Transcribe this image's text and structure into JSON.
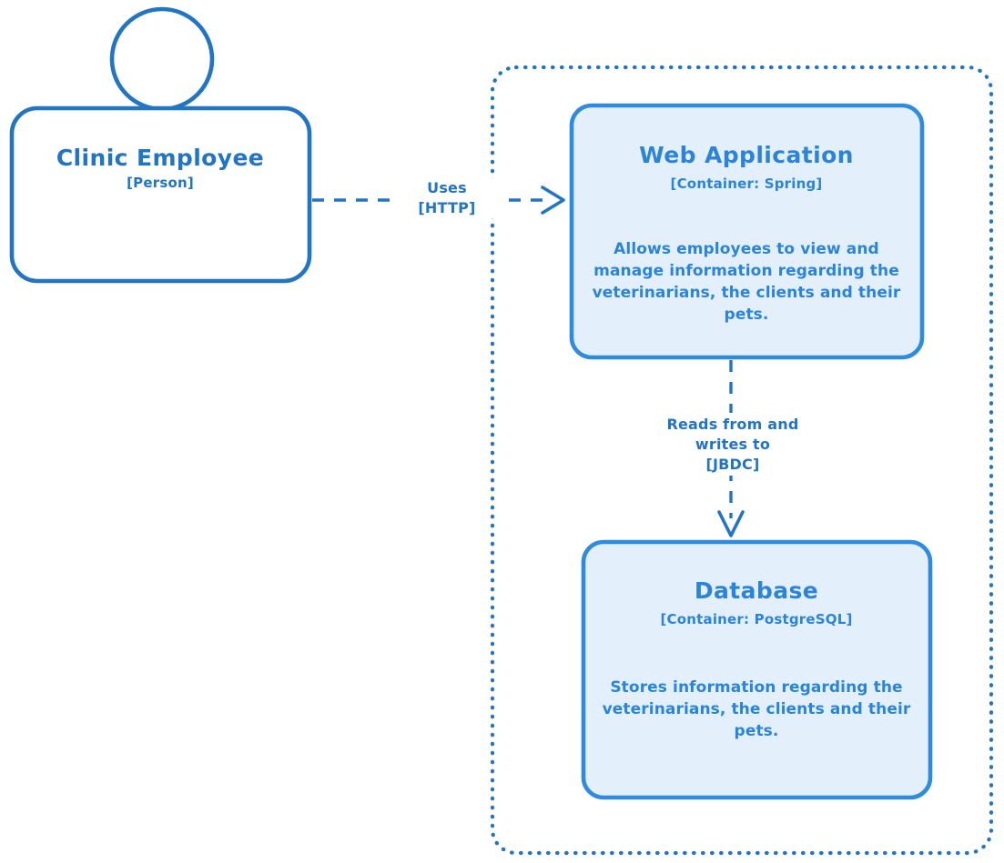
{
  "diagram": {
    "type": "c4-container-diagram",
    "colors": {
      "person_stroke": "#2274C4",
      "person_fill": "#FFFFFF",
      "container_stroke": "#2E8BE0",
      "container_fill": "#E3F0FB",
      "boundary_stroke": "#2274C4",
      "relationship_stroke": "#2274C4",
      "text": "#2B84DA"
    },
    "boundary": {
      "name": "system-boundary",
      "style": "dotted"
    },
    "nodes": [
      {
        "id": "clinic-employee",
        "shape": "person",
        "title": "Clinic Employee",
        "tech": "[Person]",
        "description": ""
      },
      {
        "id": "web-application",
        "shape": "container",
        "title": "Web Application",
        "tech": "[Container: Spring]",
        "description": "Allows employees to view and manage information regarding the veterinarians, the clients and their pets."
      },
      {
        "id": "database",
        "shape": "container",
        "title": "Database",
        "tech": "[Container: PostgreSQL]",
        "description": "Stores information regarding the veterinarians, the clients and their pets."
      }
    ],
    "relationships": [
      {
        "id": "employee-uses-webapp",
        "from": "clinic-employee",
        "to": "web-application",
        "label": "Uses",
        "tech": "[HTTP]",
        "direction": "horizontal"
      },
      {
        "id": "webapp-reads-writes-db",
        "from": "web-application",
        "to": "database",
        "label_line1": "Reads from and",
        "label_line2": "writes to",
        "tech": "[JBDC]",
        "direction": "vertical"
      }
    ]
  }
}
